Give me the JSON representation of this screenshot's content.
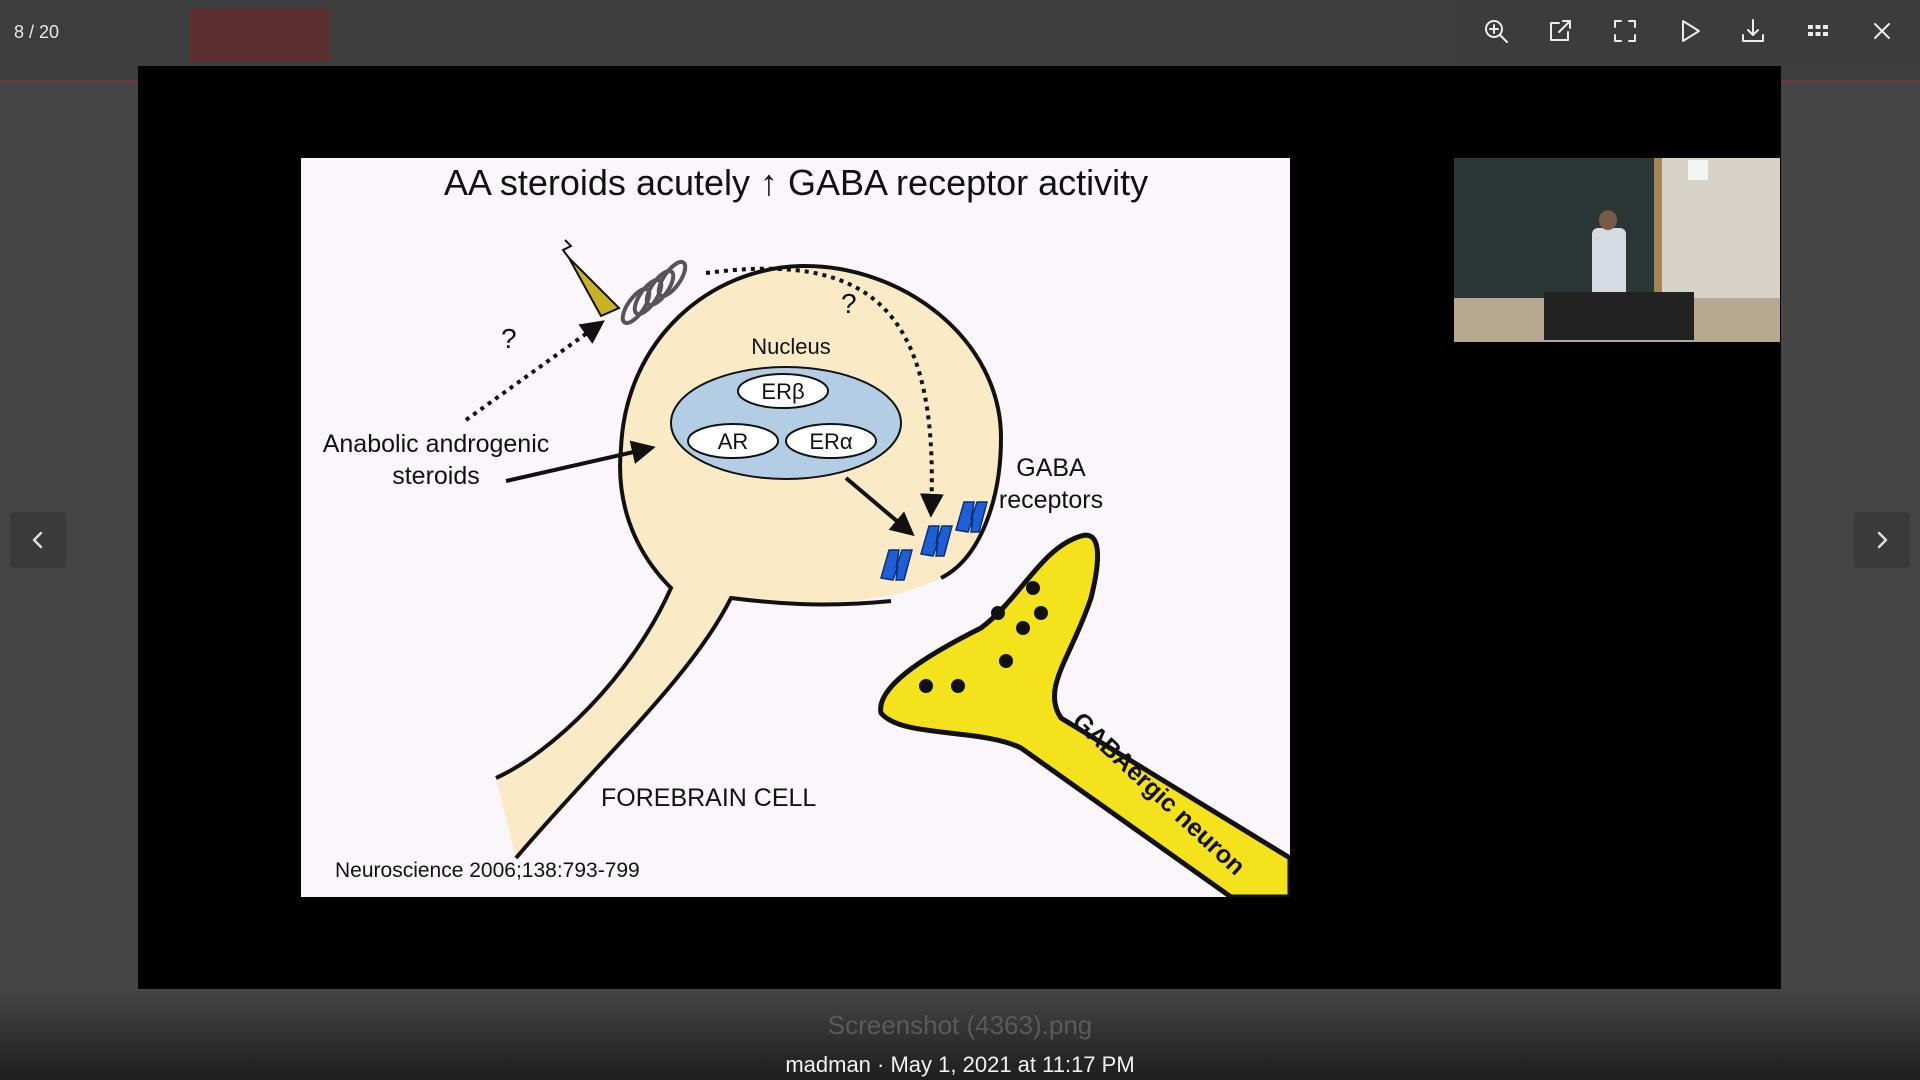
{
  "viewer": {
    "counter": "8 / 20",
    "caption": "madman · May 1, 2021 at 11:17 PM",
    "ghost_caption": "Screenshot (4363).png"
  },
  "toolbar": [
    {
      "name": "zoom-in-icon",
      "icon": "zoom-in"
    },
    {
      "name": "open-external-icon",
      "icon": "external"
    },
    {
      "name": "fullscreen-icon",
      "icon": "fullscreen"
    },
    {
      "name": "play-slideshow-icon",
      "icon": "play"
    },
    {
      "name": "download-icon",
      "icon": "download"
    },
    {
      "name": "thumbnails-grid-icon",
      "icon": "grid"
    },
    {
      "name": "close-icon",
      "icon": "close"
    }
  ],
  "slide": {
    "title": "AA steroids acutely ↑ GABA receptor activity",
    "q1": "?",
    "q2": "?",
    "nucleus": "Nucleus",
    "er_beta": "ERβ",
    "ar": "AR",
    "er_alpha": "ERα",
    "anabolic_line1": "Anabolic androgenic",
    "anabolic_line2": "steroids",
    "gaba_line1": "GABA",
    "gaba_line2": "receptors",
    "cell_label": "FOREBRAIN CELL",
    "neuron_label": "GABAergic neuron",
    "citation": "Neuroscience 2006;138:793-799"
  },
  "colors": {
    "cell_fill": "#faebc6",
    "nucleus_fill": "#b3cde4",
    "neuron_fill": "#f4e21c",
    "receptor": "#1f5fd6"
  }
}
